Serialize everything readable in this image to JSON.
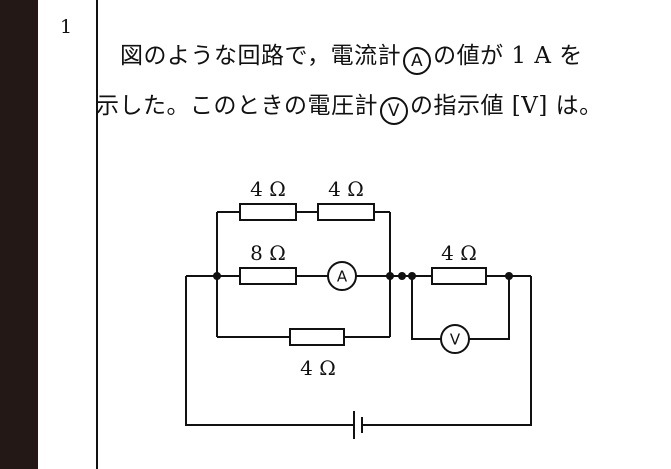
{
  "question": {
    "number": "1",
    "line1_part1": "図のような回路で，電流計",
    "line1_part2": "の値が 1 A を",
    "line2_part1": "示した。このときの電圧計",
    "line2_part2": "の指示値 [V] は。"
  },
  "meters": {
    "ammeter": "A",
    "voltmeter": "V"
  },
  "resistors": {
    "top_left": "4 Ω",
    "top_right": "4 Ω",
    "middle": "8 Ω",
    "bottom": "4 Ω",
    "series": "4 Ω"
  }
}
